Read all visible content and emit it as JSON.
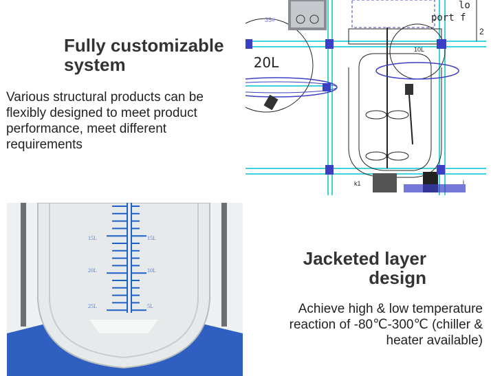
{
  "section1": {
    "title": "Fully customizable system",
    "body": "Various structural products can be flexibly designed to meet product performance, meet different requirements",
    "drawing_labels": {
      "flask": "20L",
      "small_flask": "10L",
      "joint": "35#",
      "port": "port f",
      "top": "lo",
      "side": "2",
      "valve": "k1",
      "bottom": "i"
    }
  },
  "section2": {
    "title": "Jacketed layer design",
    "body": "Achieve high & low temperature reaction of -80℃-300℃ (chiller & heater available)",
    "scale_left": [
      "15L",
      "20L",
      "25L"
    ],
    "scale_right": [
      "15L",
      "10L",
      "5L"
    ]
  },
  "colors": {
    "cyan": "#3fd3e0",
    "blue": "#3a3fc4",
    "scale": "#1f5fc8",
    "base": "#2f5fc0"
  }
}
